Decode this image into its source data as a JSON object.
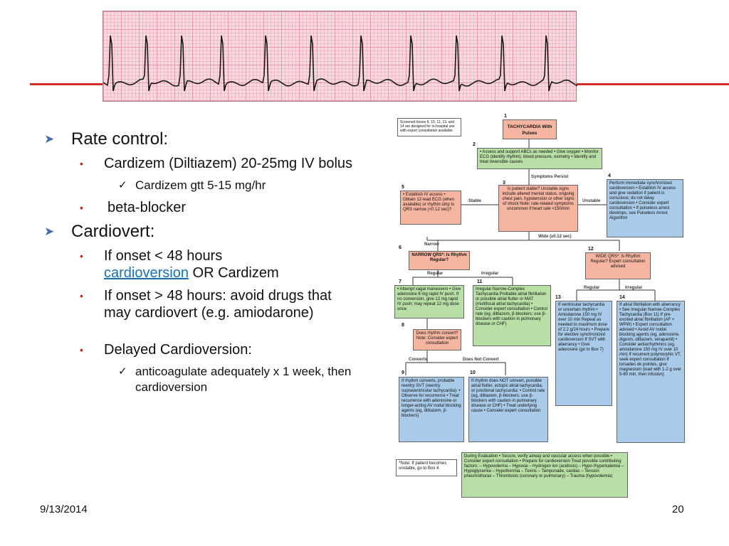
{
  "slide": {
    "bullets": [
      {
        "text": "Rate control:"
      },
      {
        "text": "Cardizem (Diltiazem) 20-25mg IV bolus"
      },
      {
        "text": "Cardizem gtt 5-15 mg/hr"
      },
      {
        "text": "beta-blocker"
      },
      {
        "text": "Cardiovert:"
      },
      {
        "text": "If onset < 48 hours",
        "link": "cardioversion",
        "after": " OR Cardizem"
      },
      {
        "text": "If onset > 48 hours: avoid drugs that may cardiovert (e.g. amiodarone)"
      },
      {
        "text": "Delayed Cardioversion:"
      },
      {
        "text": "anticoagulate adequately x 1 week, then cardioversion"
      }
    ],
    "footer": {
      "date": "9/13/2014",
      "page": "20"
    },
    "accent_line_color": "#d42a2a",
    "icons": {
      "level1": "chevron-right-icon",
      "level2": "bullet-dot-icon",
      "level3": "checkmark-icon"
    }
  },
  "flowchart": {
    "note_top": "Screened boxes 9, 10, 11, 13, and 14 are designed for in-hospital use with expert consultation available.",
    "b1": {
      "num": "1",
      "title": "TACHYCARDIA With Pulses"
    },
    "b2": {
      "num": "2",
      "text": "• Assess and support ABCs as needed • Give oxygen • Monitor ECG (identify rhythm), blood pressure, oximetry • Identify and treat reversible causes"
    },
    "symptoms_label": "Symptoms Persist",
    "b3": {
      "num": "3",
      "text": "Is patient stable? Unstable signs include altered mental status, ongoing chest pain, hypotension or other signs of shock Note: rate-related symptoms uncommon if heart rate <150/min"
    },
    "stable_label": "Stable",
    "unstable_label": "Unstable",
    "b4": {
      "num": "4",
      "text": "Perform immediate synchronized cardioversion • Establish IV access and give sedation if patient is conscious; do not delay cardioversion • Consider expert consultation • If pulseless arrest develops, see Pulseless Arrest Algorithm"
    },
    "b5": {
      "num": "5",
      "text": "• Establish IV access • Obtain 12-lead ECG (when available) or rhythm strip Is QRS narrow (<0.12 sec)?"
    },
    "wide_label": "Wide (≥0.12 sec)",
    "narrow_label": "Narrow",
    "b6": {
      "num": "6",
      "text": "NARROW QRS*: Is Rhythm Regular?"
    },
    "regular_label": "Regular",
    "irregular_label": "Irregular",
    "b12": {
      "num": "12",
      "text": "WIDE QRS*: Is Rhythm Regular? Expert consultation advised"
    },
    "b7": {
      "num": "7",
      "text": "• Attempt vagal maneuvers • Give adenosine 6 mg rapid IV push. If no conversion, give 12 mg rapid IV push; may repeat 12 mg dose once"
    },
    "b11": {
      "num": "11",
      "text": "Irregular Narrow-Complex Tachycardia Probable atrial fibrillation or possible atrial flutter or MAT (multifocal atrial tachycardia) • Consider expert consultation • Control rate (eg, diltiazem, β-blockers; use β-blockers with caution in pulmonary disease or CHF)"
    },
    "b13": {
      "num": "13",
      "text": "If ventricular tachycardia or uncertain rhythm • Amiodarone 150 mg IV over 10 min Repeat as needed to maximum dose of 2.2 g/24 hours • Prepare for elective synchronized cardioversion If SVT with aberrancy • Give adenosine (go to Box 7)"
    },
    "b14": {
      "num": "14",
      "text": "If atrial fibrillation with aberrancy • See Irregular Narrow-Complex Tachycardia (Box 11) If pre-excited atrial fibrillation (AF + WPW) • Expert consultation advised • Avoid AV nodal blocking agents (eg, adenosine, digoxin, diltiazem, verapamil) • Consider antiarrhythmics (eg, amiodarone 150 mg IV over 10 min) If recurrent polymorphic VT, seek expert consultation If torsades de pointes, give magnesium (load with 1-2 g over 5-60 min, then infusion)"
    },
    "b8": {
      "num": "8",
      "text": "Does rhythm convert? Note: Consider expert consultation"
    },
    "converts_label": "Converts",
    "not_convert_label": "Does Not Convert",
    "b9": {
      "num": "9",
      "text": "If rhythm converts, probable reentry SVT (reentry supraventricular tachycardia): • Observe for recurrence • Treat recurrence with adenosine or longer-acting AV nodal blocking agents (eg, diltiazem, β-blockers)"
    },
    "b10": {
      "num": "10",
      "text": "If rhythm does NOT convert, possible atrial flutter, ectopic atrial tachycardia, or junctional tachycardia: • Control rate (eg, diltiazem, β-blockers; use β-blockers with caution in pulmonary disease or CHF) • Treat underlying cause • Consider expert consultation"
    },
    "note_bottom": "*Note: If patient becomes unstable, go to Box 4.",
    "eval": {
      "text": "During Evaluation • Secure, verify airway and vascular access when possible • Consider expert consultation • Prepare for cardioversion  Treat possible contributing factors: – Hypovolemia – Hypoxia – Hydrogen ion (acidosis) – Hypo-/hyperkalemia – Hypoglycemia – Hypothermia – Toxins – Tamponade, cardiac – Tension pneumothorax – Thrombosis (coronary or pulmonary) – Trauma (hypovolemia)"
    }
  }
}
